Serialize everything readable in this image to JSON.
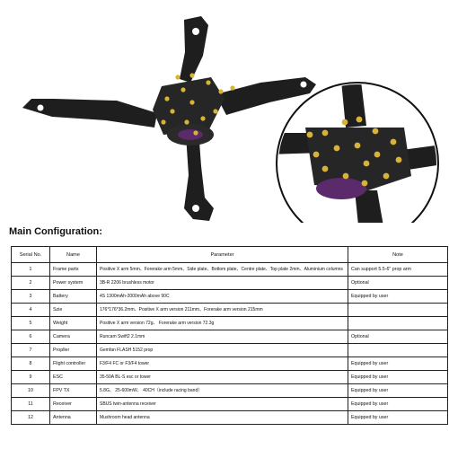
{
  "heading": "Main Configuration:",
  "columns": [
    "Serial No.",
    "Name",
    "Parameter",
    "Note"
  ],
  "rows": [
    {
      "no": "1",
      "name": "Frame parts",
      "param": "Positive X arm 5mm、Forerake arm 5mm、Side plate、Bottom plate、Centre plate、Top plate 2mm、Aluminium columns",
      "note": "Can support 5.5-6\" prop arm"
    },
    {
      "no": "2",
      "name": "Power system",
      "param": "3B-R 2206 brushless motor",
      "note": "Optional"
    },
    {
      "no": "3",
      "name": "Battery",
      "param": "4S 1300mAh-2000mAh above 90C",
      "note": "Equipped by user"
    },
    {
      "no": "4",
      "name": "Szie",
      "param": "176*176*36.2mm、Positive X arm version 211mm、Forerake arm version 215mm",
      "note": ""
    },
    {
      "no": "5",
      "name": "Weight",
      "param": "Positive X arm version 72g、 Forerake arm version 72.3g",
      "note": ""
    },
    {
      "no": "6",
      "name": "Camera",
      "param": "Runcam Swift2 2.1mm",
      "note": "Optional"
    },
    {
      "no": "7",
      "name": "Propller",
      "param": "Gemfan FLASH 5152 prop",
      "note": ""
    },
    {
      "no": "8",
      "name": "Flight controller",
      "param": "F3/F4 FC or F3/F4 tower",
      "note": "Equipped by user"
    },
    {
      "no": "9",
      "name": "ESC",
      "param": "35-50A BL-S esc or tower",
      "note": "Equipped by user"
    },
    {
      "no": "10",
      "name": "FPV TX",
      "param": "5.8G、 25-600mW、 40CH（include racing band）",
      "note": "Equipped by user"
    },
    {
      "no": "11",
      "name": "Receiver",
      "param": "SBUS twin-antenna receiver",
      "note": "Equipped by user"
    },
    {
      "no": "12",
      "name": "Antenna",
      "param": "Mushroom head antenna",
      "note": "Equipped by user"
    }
  ]
}
